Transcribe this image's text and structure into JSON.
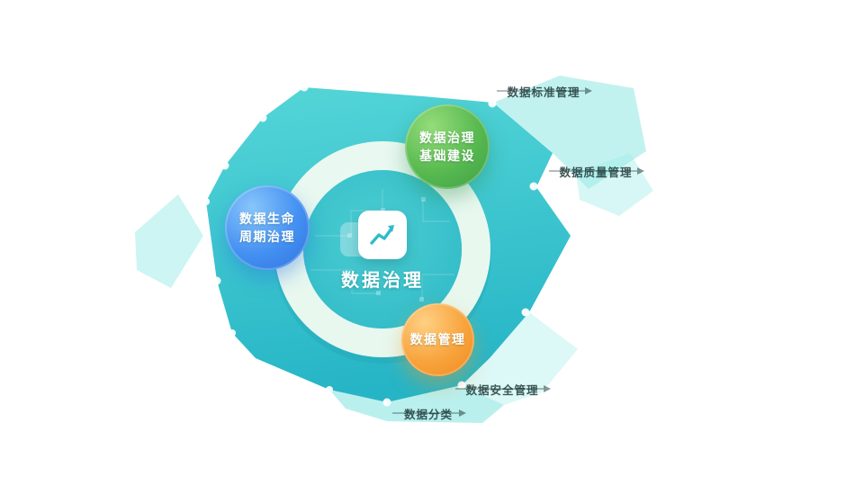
{
  "diagram": {
    "center": {
      "label": "数据治理",
      "icon": "line-chart-icon"
    },
    "nodes": [
      {
        "id": "infrastructure",
        "lines": [
          "数据治理",
          "基础建设"
        ],
        "color": "#4fae4d"
      },
      {
        "id": "lifecycle",
        "lines": [
          "数据生命",
          "周期治理"
        ],
        "color": "#3b86ef"
      },
      {
        "id": "management",
        "lines": [
          "数据管理"
        ],
        "color": "#f59b2d"
      }
    ],
    "annotations": [
      {
        "label": "数据标准管理"
      },
      {
        "label": "数据质量管理"
      },
      {
        "label": "数据安全管理"
      },
      {
        "label": "数据分类"
      }
    ],
    "colors": {
      "blob_top": "#52d4d6",
      "blob_bottom": "#28b7c7",
      "blob_light": "#86e6e2",
      "ring": "#eefaf1",
      "inner_disc": "#35c0ca",
      "annotation_text": "#203c3a"
    }
  }
}
